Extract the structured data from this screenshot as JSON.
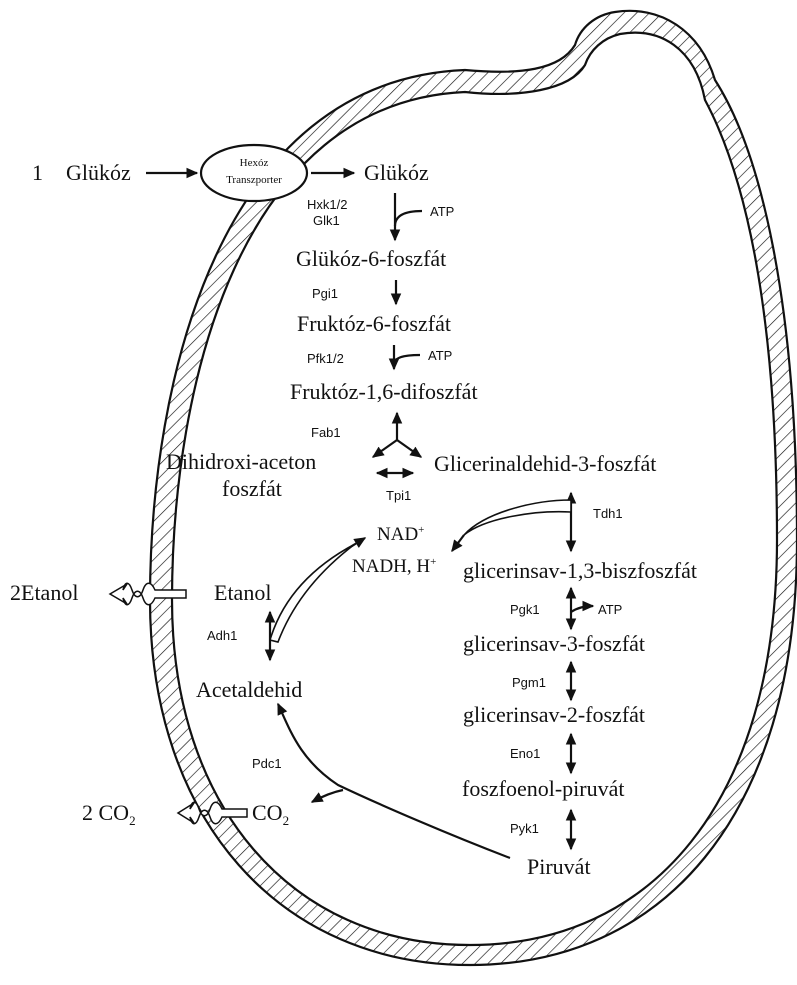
{
  "cell": {
    "step_number": "1",
    "transporter": {
      "line1": "Hexóz",
      "line2": "Transzporter"
    }
  },
  "metabolites": {
    "glucose_out": "Glükóz",
    "glucose_in": "Glükóz",
    "g6p": "Glükóz-6-foszfát",
    "f6p": "Fruktóz-6-foszfát",
    "f16bp": "Fruktóz-1,6-difoszfát",
    "dhap_line1": "Dihidroxi-aceton",
    "dhap_line2": "foszfát",
    "gap": "Glicerinaldehid-3-foszfát",
    "bpg13": "glicerinsav-1,3-biszfoszfát",
    "pg3": "glicerinsav-3-foszfát",
    "pg2": "glicerinsav-2-foszfát",
    "pep": "foszfoenol-piruvát",
    "pyruvate": "Piruvát",
    "acetaldehyde": "Acetaldehid",
    "ethanol": "Etanol",
    "ethanol_out": "2Etanol",
    "co2_in": "CO",
    "co2_in_sub": "2",
    "co2_out": "2 CO",
    "co2_out_sub": "2"
  },
  "cofactors": {
    "atp1": "ATP",
    "atp2": "ATP",
    "atp3": "ATP",
    "nad": "NAD",
    "nad_sup": "+",
    "nadh": "NADH, H",
    "nadh_sup": "+"
  },
  "enzymes": {
    "hxk": "Hxk1/2",
    "glk": "Glk1",
    "pgi": "Pgi1",
    "pfk": "Pfk1/2",
    "fab": "Fab1",
    "tpi": "Tpi1",
    "tdh": "Tdh1",
    "pgk": "Pgk1",
    "pgm": "Pgm1",
    "eno": "Eno1",
    "pyk": "Pyk1",
    "pdc": "Pdc1",
    "adh": "Adh1"
  }
}
